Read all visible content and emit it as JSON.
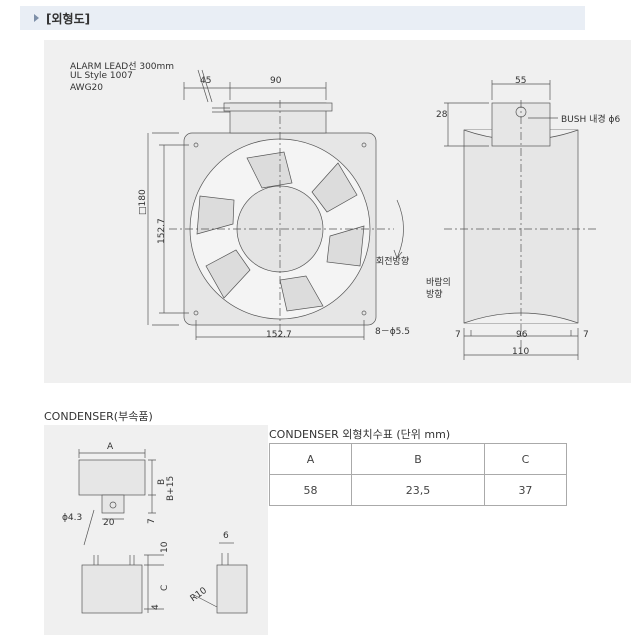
{
  "header": {
    "title": "[외형도]"
  },
  "main_drawing": {
    "alarm_lead": [
      "ALARM LEAD선 300mm",
      "UL Style 1007",
      "AWG20"
    ],
    "dims": {
      "d45": "45",
      "d90": "90",
      "d55": "55",
      "d28": "28",
      "bush": "BUSH 내경 ϕ6",
      "d180": "□180",
      "d152_7_v": "152.7",
      "d152_7_h": "152.7",
      "rotation": "회전방향",
      "airflow_line1": "바람의",
      "airflow_line2": "방향",
      "holes": "8－ϕ5.5",
      "d7_left": "7",
      "d96": "96",
      "d7_right": "7",
      "d110": "110"
    }
  },
  "condenser": {
    "section_title": "CONDENSER(부속품)",
    "dims": {
      "a": "A",
      "b": "B",
      "b15": "B+15",
      "d7": "7",
      "d20": "20",
      "phi43": "ϕ4.3",
      "d10": "10",
      "c": "C",
      "d4": "4",
      "d6": "6",
      "r10": "R10"
    }
  },
  "condenser_table": {
    "caption": "CONDENSER 외형치수표 (단위 mm)",
    "headers": [
      "A",
      "B",
      "C"
    ],
    "row": [
      "58",
      "23,5",
      "37"
    ]
  }
}
